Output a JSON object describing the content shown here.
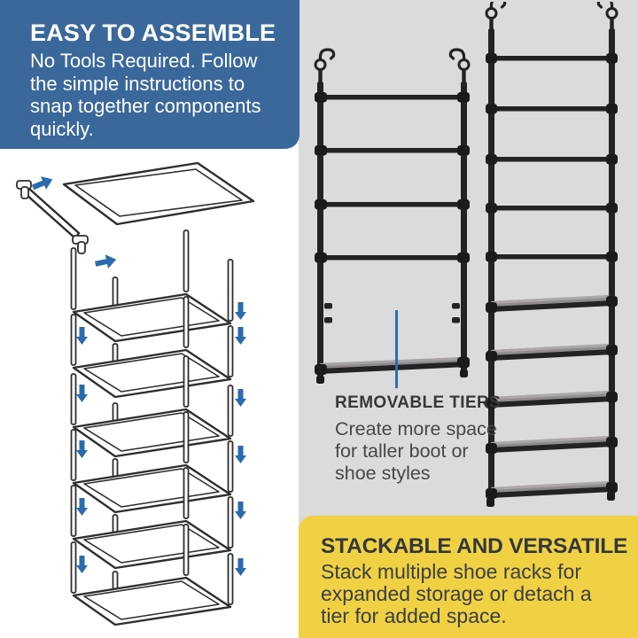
{
  "easy_to_assemble": {
    "title": "EASY TO ASSEMBLE",
    "lines": [
      "No Tools Required. Follow",
      "the simple instructions to",
      "snap together components",
      "quickly."
    ]
  },
  "removable_tiers": {
    "title": "REMOVABLE TIERS",
    "lines": [
      "Create more space",
      "for taller boot or",
      "shoe styles"
    ]
  },
  "stackable": {
    "title": "STACKABLE AND VERSATILE",
    "lines": [
      "Stack multiple shoe racks for",
      "expanded storage or detach a",
      "tier for added space."
    ]
  },
  "colors": {
    "panel_blue": "#3A689B",
    "panel_yellow": "#F0D143",
    "photo_background": "#DBDBDB",
    "arrow_blue": "#2A6BAD",
    "pointer_blue": "#2E6DAD",
    "note_heading": "#373737",
    "note_body": "#474747",
    "yellow_text": "#33373D",
    "rack_black": "#242224",
    "fabric_gray": "#8E8A8E",
    "line_art": "#2E2E2E"
  },
  "icons": {
    "assembly_arrows": "blue snap-direction arrows",
    "down_arrows": "blue stack-down arrows",
    "hooks": "stacking hooks on rack poles"
  }
}
